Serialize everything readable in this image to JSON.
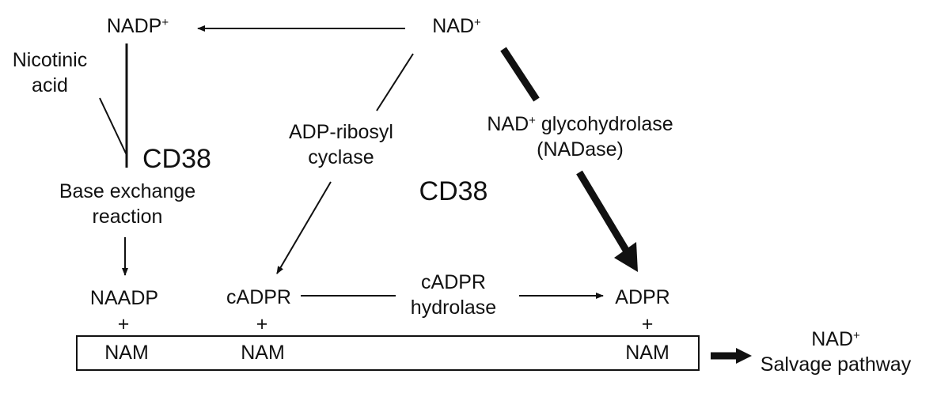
{
  "nodes": {
    "nad_top": {
      "base": "NAD",
      "sup": "+"
    },
    "nadp": {
      "base": "NADP",
      "sup": "+"
    },
    "nicotinic_acid": {
      "line1": "Nicotinic",
      "line2": "acid"
    },
    "cd38_left": "CD38",
    "cd38_center": "CD38",
    "base_exchange": {
      "line1": "Base exchange",
      "line2": "reaction"
    },
    "adp_ribosyl_cyclase": {
      "line1": "ADP-ribosyl",
      "line2": "cyclase"
    },
    "nad_glycohydrolase": {
      "line1_base": "NAD",
      "line1_sup": "+",
      "line1_rest": " glycohydrolase",
      "line2": "(NADase)"
    },
    "naadp": "NAADP",
    "cadpr": "cADPR",
    "cadpr_hydrolase": {
      "line1": "cADPR",
      "line2": "hydrolase"
    },
    "adpr": "ADPR",
    "plus_naadp": "+",
    "plus_cadpr": "+",
    "plus_adpr": "+",
    "nam_1": "NAM",
    "nam_2": "NAM",
    "nam_3": "NAM",
    "salvage": {
      "line1_base": "NAD",
      "line1_sup": "+",
      "line2": "Salvage pathway"
    }
  },
  "colors": {
    "ink": "#111111",
    "background": "#ffffff"
  }
}
